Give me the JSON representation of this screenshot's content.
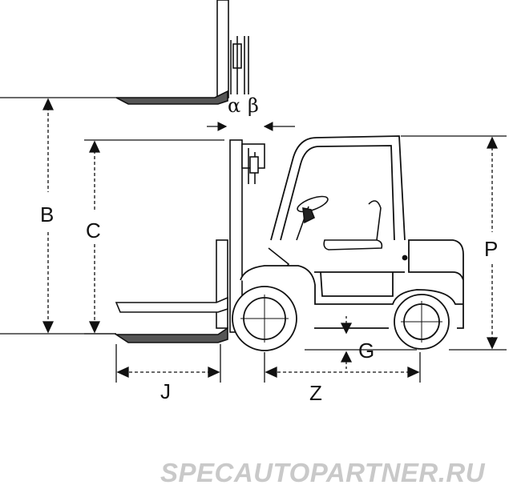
{
  "labels": {
    "B": "B",
    "C": "C",
    "J": "J",
    "Z": "Z",
    "G": "G",
    "P": "P",
    "alpha": "α",
    "beta": "β"
  },
  "watermark": "SPECAUTOPARTNER.RU",
  "colors": {
    "line": "#111111",
    "watermark": "#c9c9c9"
  },
  "icons": {
    "diagram": "forklift-side-view"
  }
}
